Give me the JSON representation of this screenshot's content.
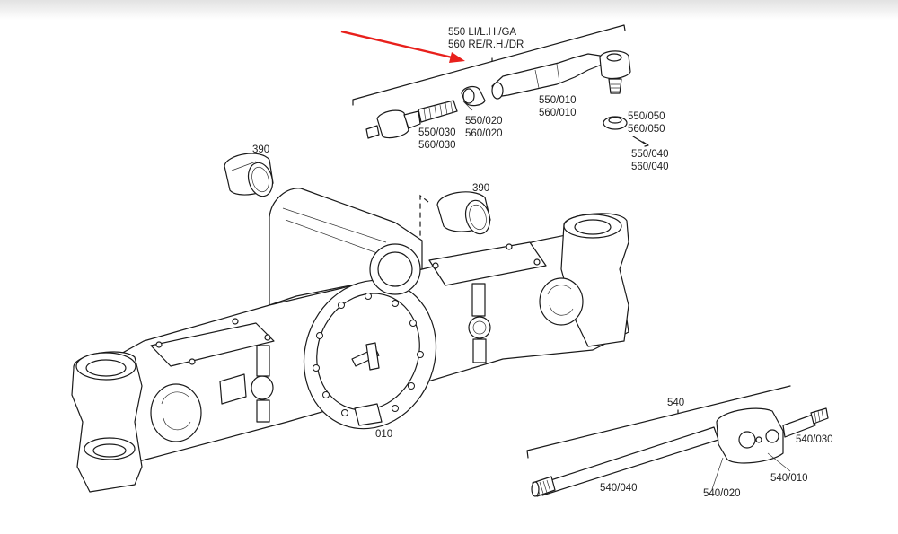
{
  "diagram": {
    "title": "Front axle housing exploded parts view",
    "accent_arrow_color": "#e8201c",
    "callouts": {
      "tie_rod_assembly": [
        "550 LI/L.H./GA",
        "560 RE/R.H./DR"
      ],
      "tie_rod_end": [
        "550/010",
        "560/010"
      ],
      "clamp": [
        "550/020",
        "560/020"
      ],
      "inner_joint": [
        "550/030",
        "560/030"
      ],
      "castle_nut": [
        "550/050",
        "560/050"
      ],
      "cotter_pin": [
        "550/040",
        "560/040"
      ],
      "bushing_left": "390",
      "bushing_right": "390",
      "axle_housing": "010",
      "drive_shaft_assembly": "540",
      "shaft_inner": "540/040",
      "shaft_joint_yoke": "540/020",
      "shaft_cross": "540/010",
      "shaft_outer": "540/030"
    }
  }
}
